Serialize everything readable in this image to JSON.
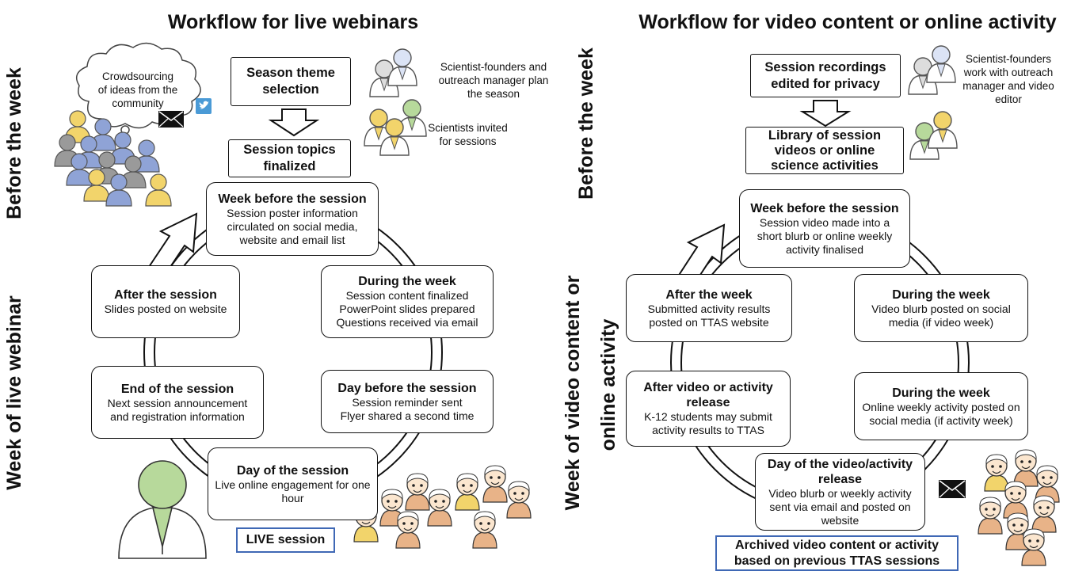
{
  "left": {
    "title": "Workflow for live webinars",
    "label_before": "Before the week",
    "label_week": "Week of live webinar",
    "cloud_text": "Crowdsourcing of ideas from the community",
    "season_box": "Season theme selection",
    "topics_box": "Session topics finalized",
    "note_founders": "Scientist-founders and outreach manager plan the season",
    "note_invited": "Scientists invited for sessions",
    "week_before": {
      "heading": "Week before the session",
      "lines": [
        "Session poster information circulated on social media, website and email list"
      ]
    },
    "during_week": {
      "heading": "During the week",
      "lines": [
        "Session content finalized",
        "PowerPoint slides prepared",
        "Questions received via email"
      ]
    },
    "day_before": {
      "heading": "Day before the session",
      "lines": [
        "Session reminder sent",
        "Flyer shared a second time"
      ]
    },
    "day_of": {
      "heading": "Day of the session",
      "lines": [
        "Live online engagement for one hour"
      ]
    },
    "end_session": {
      "heading": "End of the session",
      "lines": [
        "Next session announcement and registration information"
      ]
    },
    "after_session": {
      "heading": "After the session",
      "lines": [
        "Slides posted on website"
      ]
    },
    "live_box": "LIVE session"
  },
  "right": {
    "title": "Workflow for video content or online activity",
    "label_before": "Before the week",
    "label_week_1": "Week of video content or",
    "label_week_2": "online activity",
    "recordings_box": "Session recordings edited for privacy",
    "library_box": "Library of session videos or online science activities",
    "note_founders": "Scientist-founders work with outreach manager and video editor",
    "week_before": {
      "heading": "Week before the session",
      "lines": [
        "Session video made into a short blurb or online weekly activity finalised"
      ]
    },
    "during_week_video": {
      "heading": "During the week",
      "lines": [
        "Video blurb posted on social media (if video week)"
      ]
    },
    "during_week_activity": {
      "heading": "During the week",
      "lines": [
        "Online weekly activity posted on social media (if activity week)"
      ]
    },
    "day_of": {
      "heading": "Day of the video/activity release",
      "lines": [
        "Video blurb or weekly activity sent via email and posted on website"
      ]
    },
    "after_release": {
      "heading": "After video or activity release",
      "lines": [
        "K-12 students may submit activity results to TTAS"
      ]
    },
    "after_week": {
      "heading": "After the week",
      "lines": [
        "Submitted activity results posted on TTAS website"
      ]
    },
    "archive_box": "Archived video content or activity based on previous TTAS sessions"
  },
  "colors": {
    "blue": "#8fa3d6",
    "yellow": "#f2d46b",
    "gray": "#9a9a9a",
    "green": "#b7d99b",
    "orange": "#e8b388",
    "face": "#fbe6cf",
    "border_blue": "#3f68b5",
    "twitter": "#4a9ad6"
  },
  "icons": [
    "envelope-icon",
    "twitter-icon",
    "person-icon",
    "scientist-icon",
    "student-icon",
    "thought-cloud-icon"
  ]
}
